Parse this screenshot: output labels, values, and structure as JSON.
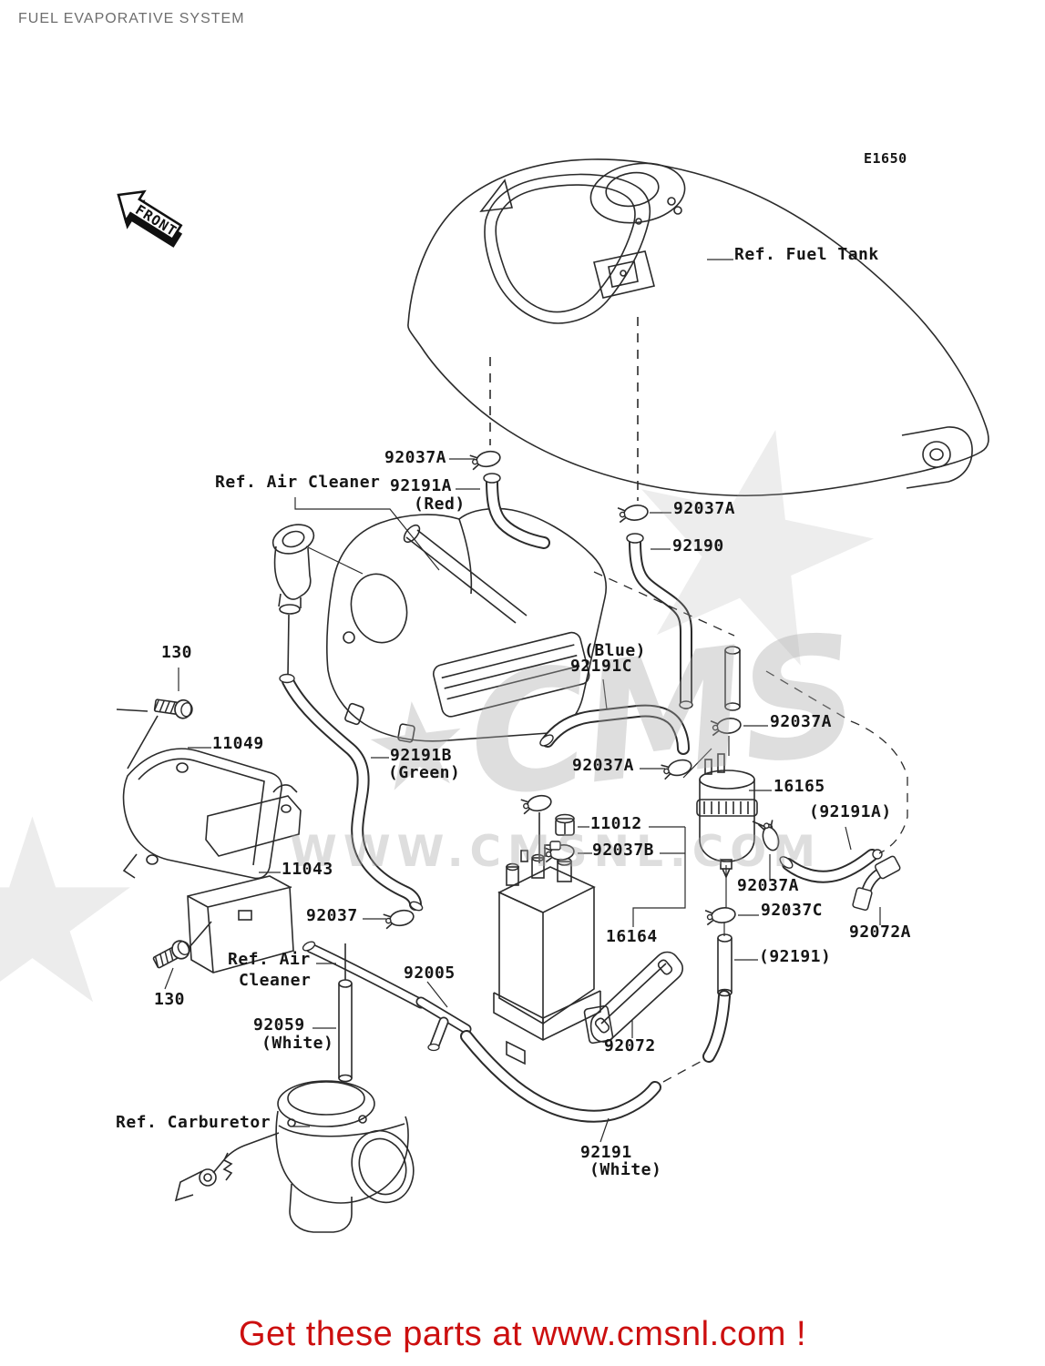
{
  "page": {
    "title": "FUEL EVAPORATIVE SYSTEM",
    "diagram_code": "E1650",
    "front_marker": "FRONT",
    "footer_link": "Get these parts at www.cmsnl.com !",
    "watermark": {
      "star": "★",
      "brand": "CMS",
      "url": "WWW.CMSNL.COM"
    },
    "colors": {
      "label_ink": "#161616",
      "title_gray": "#6e6e6e",
      "footer_red": "#cc0f0f",
      "watermark_gray": "#a8a8a8"
    }
  },
  "refs": {
    "fuel_tank": "Ref. Fuel Tank",
    "air_cleaner": "Ref. Air Cleaner",
    "air_cleaner_line1": "Ref. Air",
    "air_cleaner_line2": "Cleaner",
    "carburetor": "Ref. Carburetor"
  },
  "parts": {
    "p130": "130",
    "p11012": "11012",
    "p11043": "11043",
    "p11049": "11049",
    "p16164": "16164",
    "p16165": "16165",
    "p92005": "92005",
    "p92037": "92037",
    "p92037A": "92037A",
    "p92037B": "92037B",
    "p92037C": "92037C",
    "p92059": "92059",
    "p92072": "92072",
    "p92072A": "92072A",
    "p92190": "92190",
    "p92191A": "92191A",
    "p92191B": "92191B",
    "p92191C": "92191C",
    "p92191": "92191",
    "p92191_paren": "(92191)",
    "p92191A_paren": "(92191A)",
    "red": "(Red)",
    "green": "(Green)",
    "blue": "(Blue)",
    "white": "(White)"
  }
}
